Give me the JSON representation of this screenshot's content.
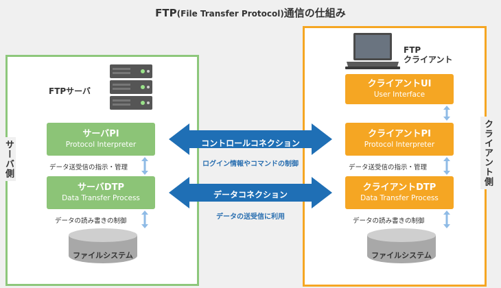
{
  "title": {
    "main": "FTP",
    "paren": "(File Transfer Protocol)",
    "rest": "通信の仕組み"
  },
  "server": {
    "heading": "FTPサーバ",
    "side_label": "サーバ側",
    "pi": {
      "name": "サーバPI",
      "sub": "Protocol Interpreter"
    },
    "link_label": "データ送受信の指示・管理",
    "dtp": {
      "name": "サーバDTP",
      "sub": "Data Transfer Process"
    },
    "fs_link_label": "データの読み書きの制御",
    "filesystem": "ファイルシステム"
  },
  "client": {
    "heading_line1": "FTP",
    "heading_line2": "クライアント",
    "side_label": "クライアント側",
    "ui": {
      "name": "クライアントUI",
      "sub": "User Interface"
    },
    "pi": {
      "name": "クライアントPI",
      "sub": "Protocol Interpreter"
    },
    "link_label": "データ送受信の指示・管理",
    "dtp": {
      "name": "クライアントDTP",
      "sub": "Data Transfer Process"
    },
    "fs_link_label": "データの読み書きの制御",
    "filesystem": "ファイルシステム"
  },
  "connections": {
    "control": {
      "label": "コントロールコネクション",
      "sub": "ログイン情報やコマンドの制御"
    },
    "data": {
      "label": "データコネクション",
      "sub": "データの送受信に利用"
    }
  },
  "colors": {
    "server": "#8cc477",
    "client": "#f5a623",
    "connection": "#1f6fb5",
    "link_arrow": "#8fbbe6",
    "filesystem": "#b5b5b5"
  }
}
